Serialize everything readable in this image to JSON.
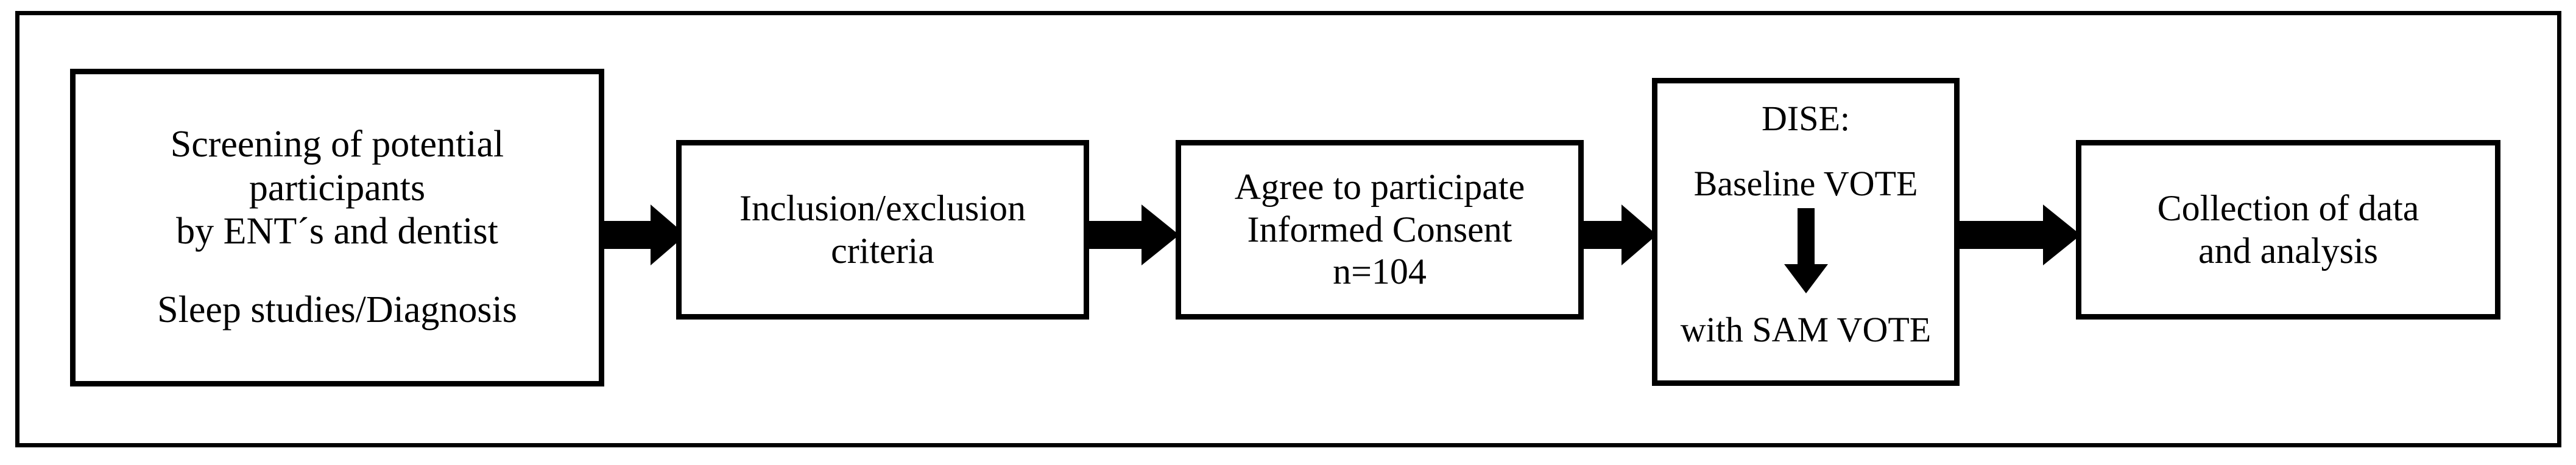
{
  "diagram": {
    "title": "Study workflow flowchart",
    "colors": {
      "stroke": "#000000",
      "fill": "#ffffff",
      "text": "#000000"
    },
    "nodes": [
      {
        "id": "screening",
        "lines": [
          "Screening of potential",
          "participants",
          "by ENT´s and dentist",
          "",
          "Sleep studies/Diagnosis"
        ]
      },
      {
        "id": "criteria",
        "lines": [
          "Inclusion/exclusion",
          "criteria"
        ]
      },
      {
        "id": "consent",
        "lines": [
          "Agree to participate",
          "Informed Consent",
          "n=104"
        ]
      },
      {
        "id": "dise",
        "title": "DISE:",
        "top_label": "Baseline VOTE",
        "bottom_label": "with SAM VOTE",
        "inner_arrow": "down-arrow-icon"
      },
      {
        "id": "collection",
        "lines": [
          "Collection of data",
          "and analysis"
        ]
      }
    ],
    "connectors": [
      {
        "id": "arrow-1",
        "icon": "right-arrow-icon",
        "from": "screening",
        "to": "criteria"
      },
      {
        "id": "arrow-2",
        "icon": "right-arrow-icon",
        "from": "criteria",
        "to": "consent"
      },
      {
        "id": "arrow-3",
        "icon": "right-arrow-icon",
        "from": "consent",
        "to": "dise"
      },
      {
        "id": "arrow-4",
        "icon": "right-arrow-icon",
        "from": "dise",
        "to": "collection"
      }
    ]
  }
}
